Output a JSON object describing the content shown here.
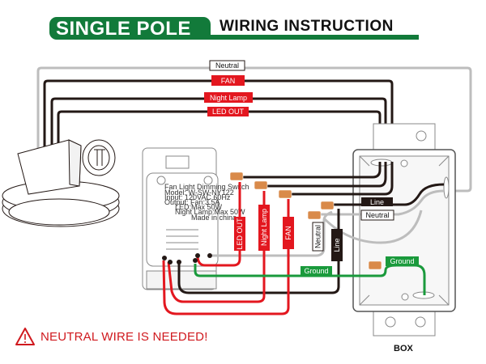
{
  "header": {
    "title_highlight": "SINGLE POLE",
    "title_rest": "WIRING INSTRUCTION",
    "accent_color": "#127a3a"
  },
  "wire_labels": {
    "neutral_top": "Neutral",
    "fan_top": "FAN",
    "night_lamp_top": "Night Lamp",
    "led_out_top": "LED OUT",
    "led_out_vertical": "LED OUT",
    "night_lamp_vertical": "Night Lamp",
    "fan_vertical": "FAN",
    "neutral_vertical": "Neutral",
    "line_vertical": "Line",
    "line_box": "Line",
    "neutral_box": "Neutral",
    "ground_switch": "Ground",
    "ground_box": "Ground"
  },
  "device": {
    "name": "Fan Light Dimming Switch",
    "lines": [
      "Model: W-SW-NY122",
      "Input: 120VAC 60Hz",
      "Output: Fan:3.5A",
      "LED:Max 50W",
      "Night Lamp:Max 50W"
    ],
    "made_in": "Made in china"
  },
  "warning": {
    "text": "NEUTRAL WIRE IS NEEDED!",
    "icon": "warning-triangle-icon",
    "color": "#d0191e"
  },
  "box_label": "BOX",
  "colors": {
    "red_wire": "#e3171f",
    "black_wire": "#231815",
    "neutral_wire": "#bdbdbd",
    "ground_wire": "#1a9a3c",
    "connector": "#d98a4a"
  }
}
